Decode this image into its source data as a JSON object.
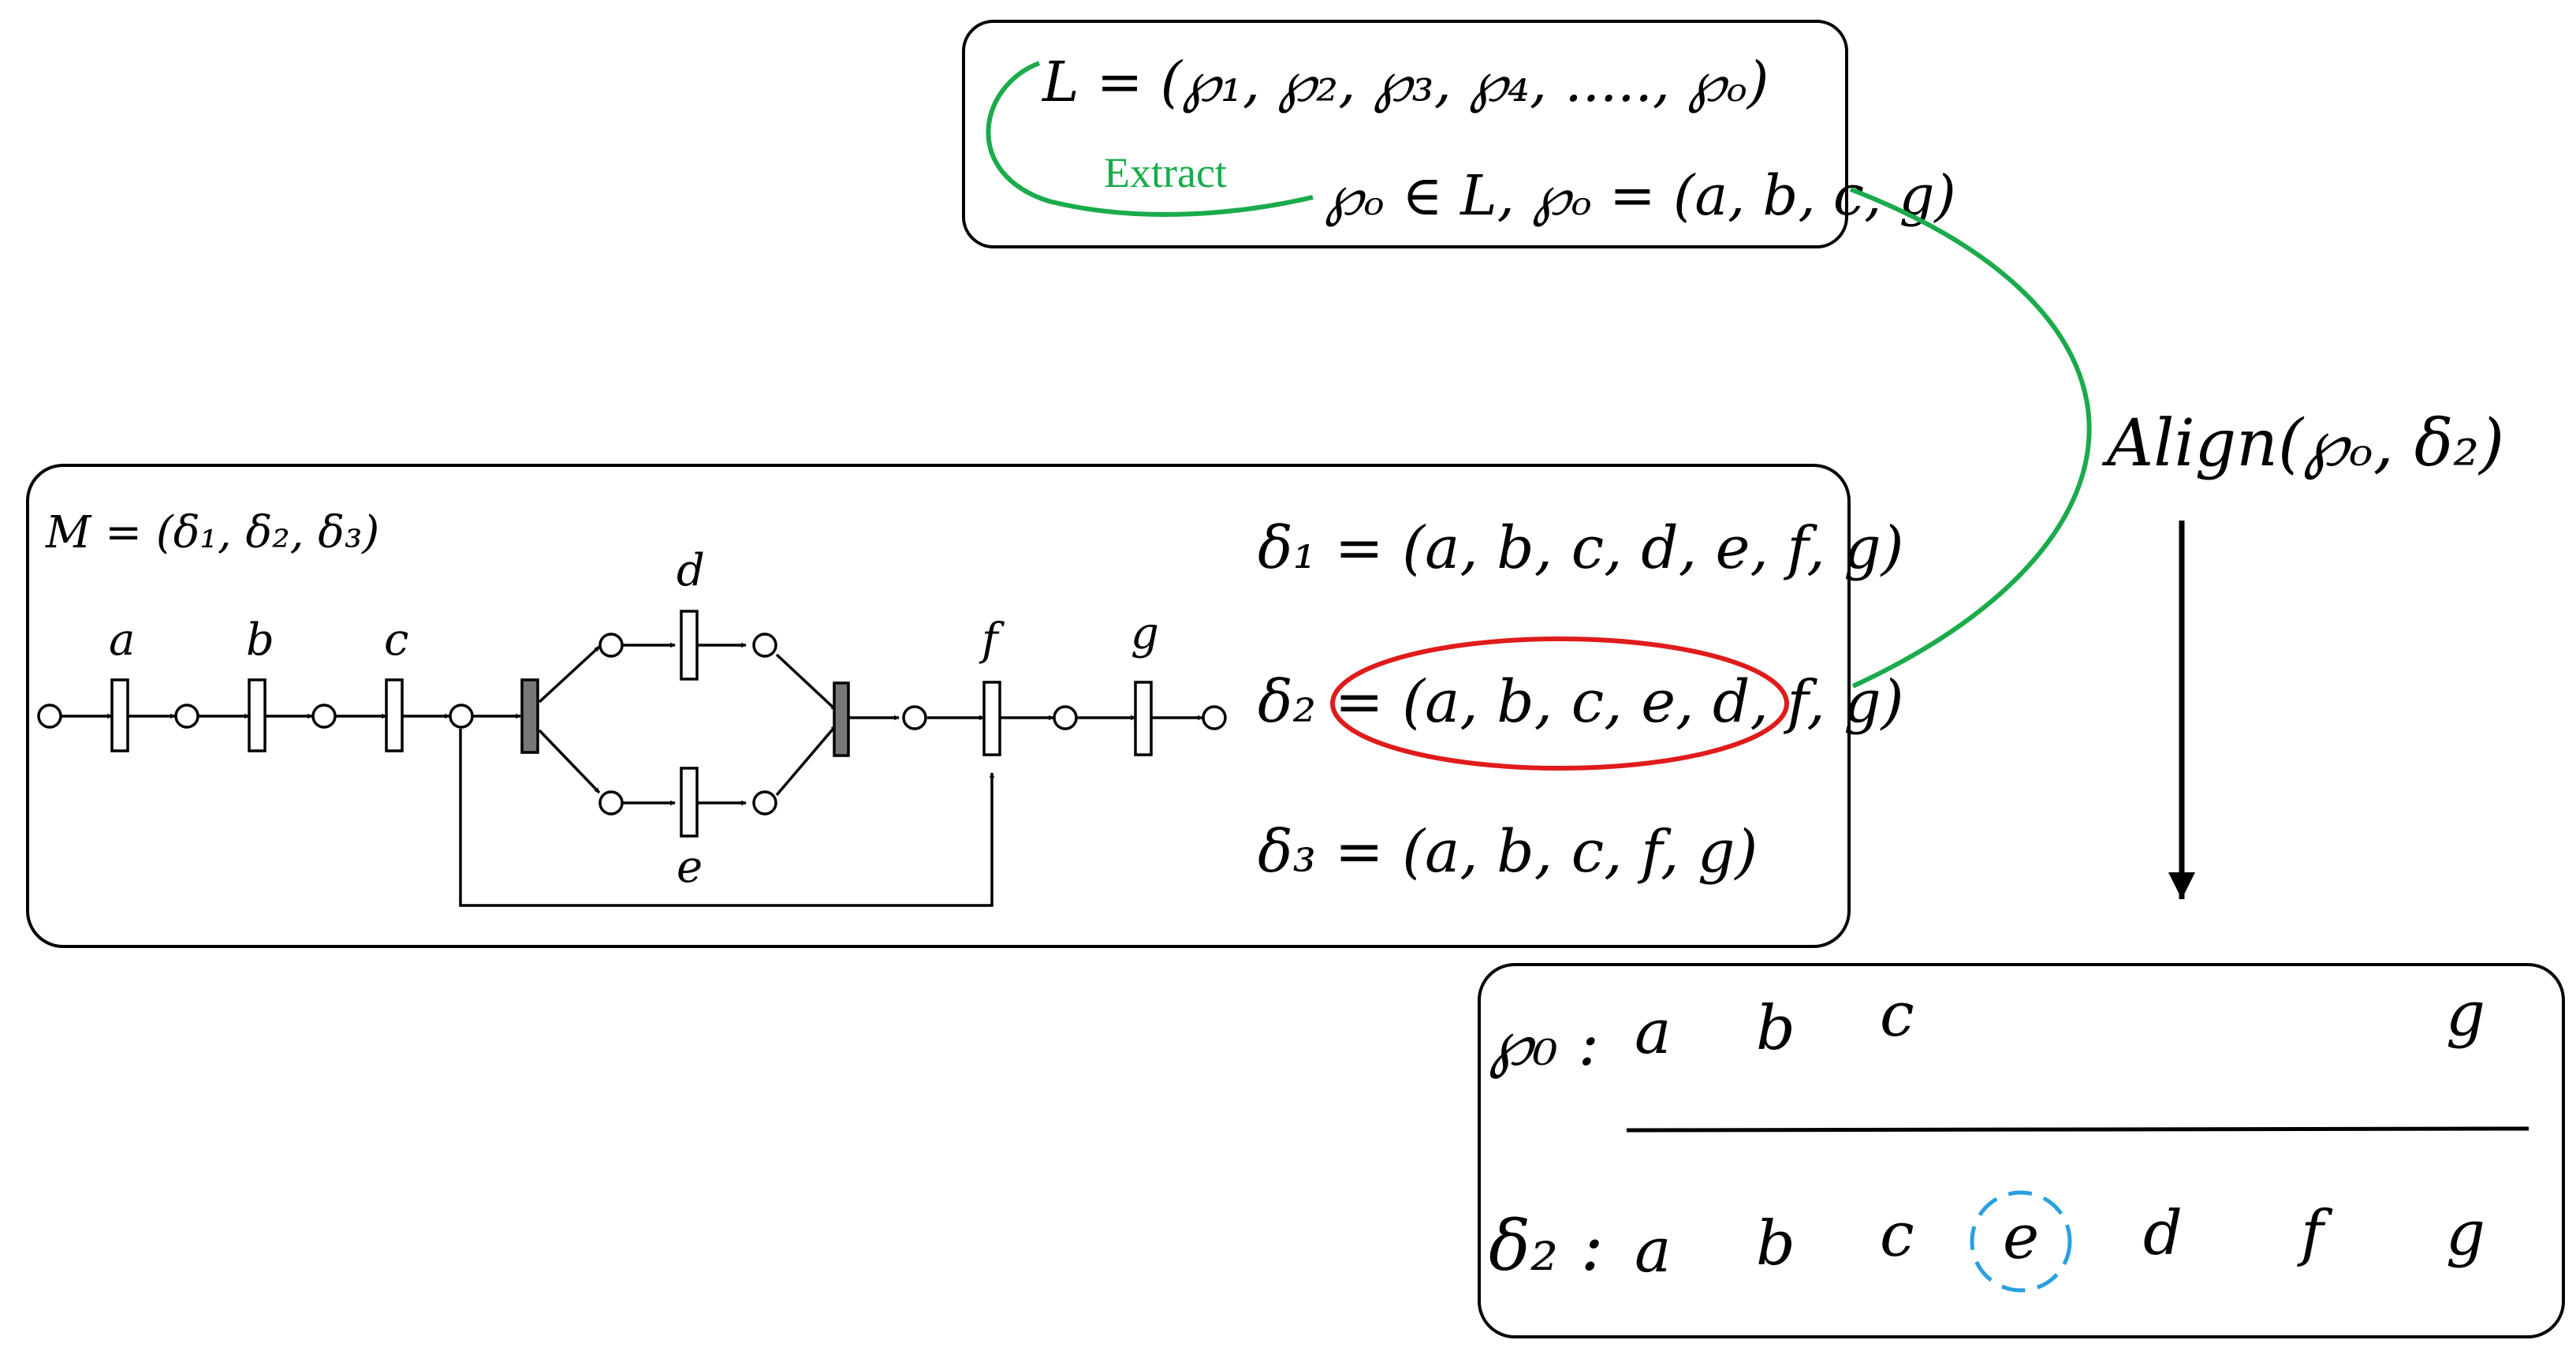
{
  "colors": {
    "line": "#000000",
    "green": "#1aab4b",
    "red": "#e01b1b",
    "blue": "#2a9fe0",
    "gray": "#888888"
  },
  "log_box": {
    "line1": "L = (℘₁, ℘₂, ℘₃, ℘₄, ....., ℘ₒ)",
    "line2": "℘ₒ ∈ L,  ℘ₒ = (a, b, c, g)",
    "extract_label": "Extract"
  },
  "align_label": "Align(℘ₒ, δ₂)",
  "model_box": {
    "title": "M = (δ₁, δ₂, δ₃)",
    "transitions": [
      "a",
      "b",
      "c",
      "d",
      "e",
      "f",
      "g"
    ],
    "traces": [
      "δ₁ = (a, b, c, d, e, f, g)",
      "δ₂ = (a, b, c, e, d, f, g)",
      "δ₃ = (a, b, c, f, g)"
    ]
  },
  "alignment": {
    "log_label": "℘₀ :",
    "model_label": "δ₂ :",
    "log_row": [
      "a",
      "b",
      "c",
      "",
      "",
      "",
      "g"
    ],
    "model_row": [
      "a",
      "b",
      "c",
      "e",
      "d",
      "f",
      "g"
    ],
    "highlight": "e"
  }
}
